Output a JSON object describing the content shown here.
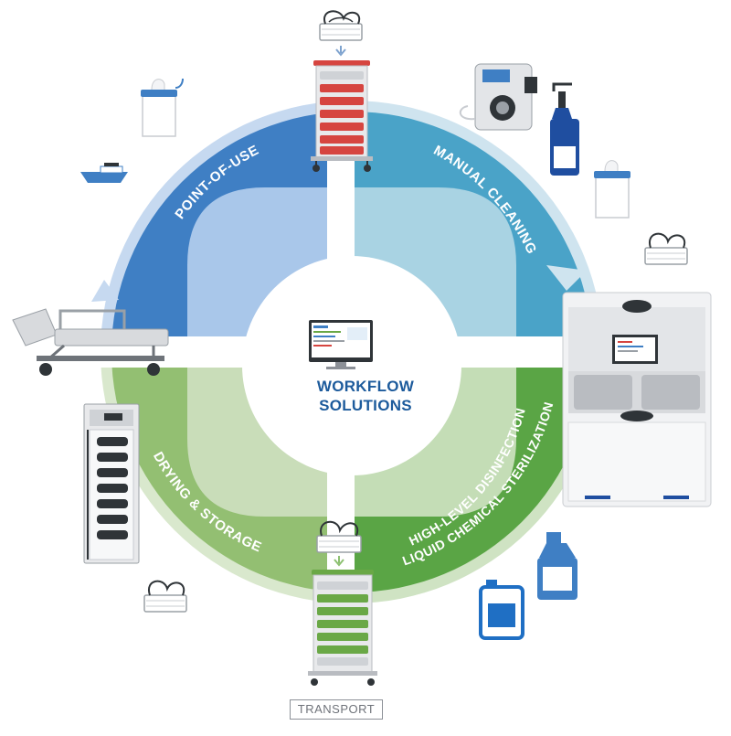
{
  "center": {
    "line1": "WORKFLOW",
    "line2": "SOLUTIONS"
  },
  "stages": [
    {
      "id": "point-of-use",
      "label": "POINT-OF-USE",
      "color": "#3f7fc4"
    },
    {
      "id": "manual-cleaning",
      "label": "MANUAL CLEANING",
      "color": "#4aa3c8"
    },
    {
      "id": "hld",
      "label_line1": "HIGH-LEVEL DISINFECTION",
      "label_line2": "LIQUID CHEMICAL STERILIZATION",
      "color": "#5aa545"
    },
    {
      "id": "drying-storage",
      "label": "DRYING & STORAGE",
      "color": "#93bf72"
    }
  ],
  "transport_label": "TRANSPORT",
  "colors": {
    "blue_dark": "#3f7fc4",
    "blue_light": "#a9c7ea",
    "teal": "#4aa3c8",
    "teal_light": "#a9d3e3",
    "green_dark": "#5aa545",
    "green_light": "#c4ddb6",
    "green_mid": "#93bf72",
    "cart_red": "#d64540",
    "cart_green": "#6aa846",
    "title_blue": "#1d5b9c"
  },
  "icons": [
    "endoscope-basket-icon",
    "transport-cart-red-icon",
    "transport-cart-green-icon",
    "wipes-container-icon",
    "specimen-tray-icon",
    "flushing-pump-icon",
    "detergent-bottle-icon",
    "reprocessor-machine-icon",
    "gallon-jug-icon",
    "chemical-canister-icon",
    "patient-stretcher-icon",
    "drying-cabinet-icon",
    "workstation-monitor-icon"
  ]
}
